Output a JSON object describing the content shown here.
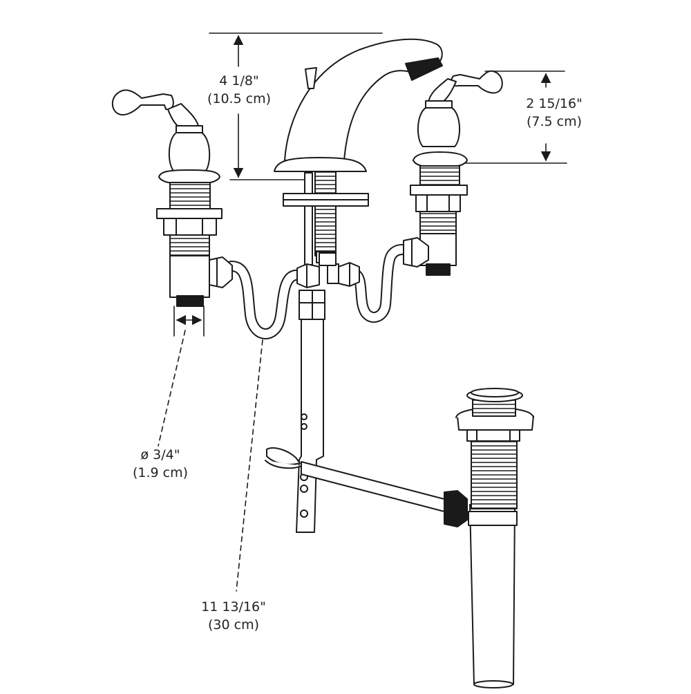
{
  "colors": {
    "line": "#1a1a1a",
    "fill": "#ffffff",
    "shade": "#1a1a1a"
  },
  "dimensions": {
    "spout_height": {
      "imperial": "4 1/8\"",
      "metric": "(10.5 cm)"
    },
    "handle_height": {
      "imperial": "2 15/16\"",
      "metric": "(7.5 cm)"
    },
    "inlet_diameter": {
      "imperial": "ø 3/4\"",
      "metric": "(1.9 cm)"
    },
    "hose_length": {
      "imperial": "11 13/16\"",
      "metric": "(30 cm)"
    }
  }
}
